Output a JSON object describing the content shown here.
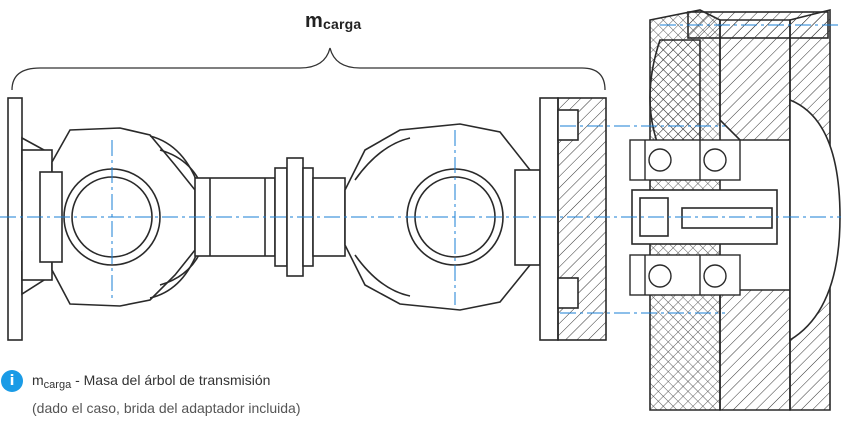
{
  "diagram": {
    "mass_symbol": "m",
    "mass_subscript": "carga",
    "info": {
      "icon": "info-icon",
      "icon_glyph": "i",
      "symbol": "m",
      "subscript": "carga",
      "description": " - Masa del árbol de transmisión",
      "note": "(dado el caso, brida del adaptador incluida)"
    },
    "colors": {
      "line": "#2a2a2a",
      "centerline": "#1a7fd6",
      "icon": "#1a9be6"
    }
  }
}
